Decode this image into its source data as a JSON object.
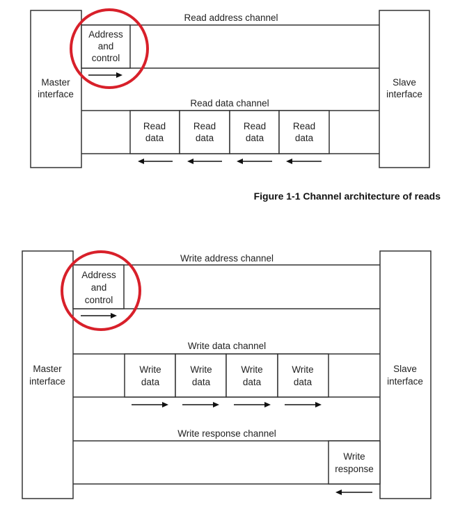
{
  "read": {
    "master": [
      "Master",
      "interface"
    ],
    "slave": [
      "Slave",
      "interface"
    ],
    "address_channel": "Read address channel",
    "data_channel": "Read data channel",
    "address_block": [
      "Address",
      "and",
      "control"
    ],
    "data_blocks": [
      [
        "Read",
        "data"
      ],
      [
        "Read",
        "data"
      ],
      [
        "Read",
        "data"
      ],
      [
        "Read",
        "data"
      ]
    ],
    "caption": "Figure 1-1 Channel architecture of reads"
  },
  "write": {
    "master": [
      "Master",
      "interface"
    ],
    "slave": [
      "Slave",
      "interface"
    ],
    "address_channel": "Write address channel",
    "data_channel": "Write data channel",
    "response_channel": "Write response channel",
    "address_block": [
      "Address",
      "and",
      "control"
    ],
    "data_blocks": [
      [
        "Write",
        "data"
      ],
      [
        "Write",
        "data"
      ],
      [
        "Write",
        "data"
      ],
      [
        "Write",
        "data"
      ]
    ],
    "response_block": [
      "Write",
      "response"
    ]
  },
  "colors": {
    "highlight_circle": "#d8202a",
    "lines": "#333333"
  }
}
